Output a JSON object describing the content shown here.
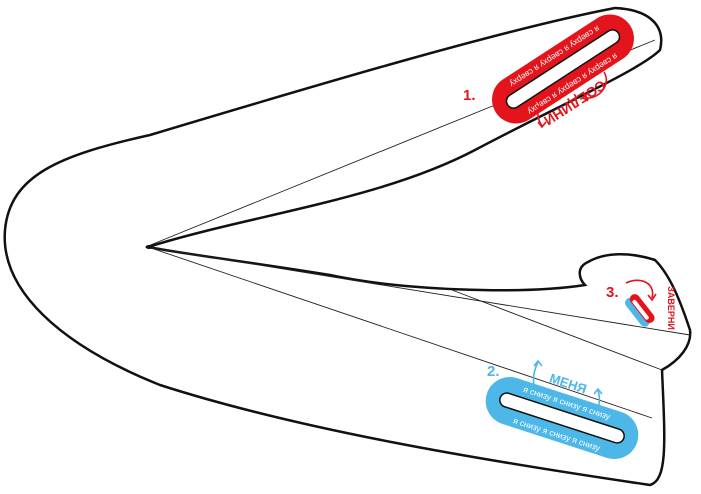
{
  "colors": {
    "outline": "#111111",
    "red": "#e3141b",
    "blue": "#4db8e8",
    "white": "#ffffff",
    "fold_line": "#222222"
  },
  "step1": {
    "number": "1.",
    "action": "СОЕДИНИ",
    "label_top": "я сверху я сверху я сверху",
    "label_bottom": "я сверху я сверху я сверху"
  },
  "step2": {
    "number": "2.",
    "action": "МЕНЯ",
    "label_top": "я снизу я снизу я снизу",
    "label_bottom": "я снизу я снизу я снизу"
  },
  "step3": {
    "number": "3.",
    "action": "ЗАВЕРНИ"
  }
}
